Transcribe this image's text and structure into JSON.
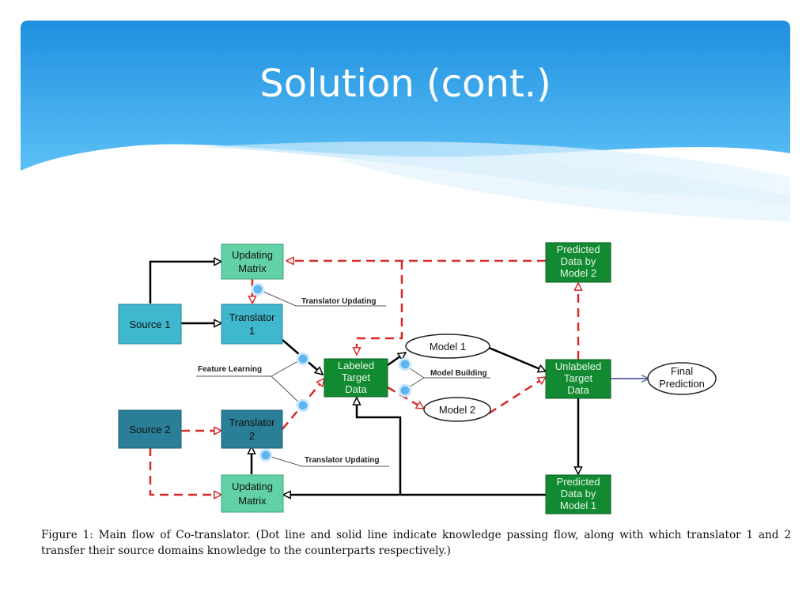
{
  "slide": {
    "title": "Solution (cont.)"
  },
  "colors": {
    "header_top": "#1e8fe0",
    "header_bottom": "#5cc0f5",
    "teal_box": "#3fb7cc",
    "mint_box": "#62d1a6",
    "green_box": "#128a32",
    "dashed": "#d42a2a"
  },
  "diagram": {
    "nodes": {
      "source1": [
        "Source 1"
      ],
      "source2": [
        "Source 2"
      ],
      "translator1": [
        "Translator",
        "1"
      ],
      "translator2": [
        "Translator",
        "2"
      ],
      "updating_matrix_top": [
        "Updating",
        "Matrix"
      ],
      "updating_matrix_bottom": [
        "Updating",
        "Matrix"
      ],
      "labeled_target": [
        "Labeled",
        "Target",
        "Data"
      ],
      "unlabeled_target": [
        "Unlabeled",
        "Target",
        "Data"
      ],
      "predicted_model2": [
        "Predicted",
        "Data by",
        "Model 2"
      ],
      "predicted_model1": [
        "Predicted",
        "Data by",
        "Model 1"
      ],
      "model1": [
        "Model 1"
      ],
      "model2": [
        "Model 2"
      ],
      "final_prediction": [
        "Final",
        "Prediction"
      ]
    },
    "labels": {
      "translator_updating_top": "Translator Updating",
      "translator_updating_bottom": "Translator Updating",
      "feature_learning": "Feature Learning",
      "model_building": "Model Building"
    }
  },
  "caption": "Figure 1: Main flow of Co-translator. (Dot line and solid line indicate knowledge passing flow, along with which translator 1 and 2 transfer their source domains knowledge to the counterparts respectively.)"
}
